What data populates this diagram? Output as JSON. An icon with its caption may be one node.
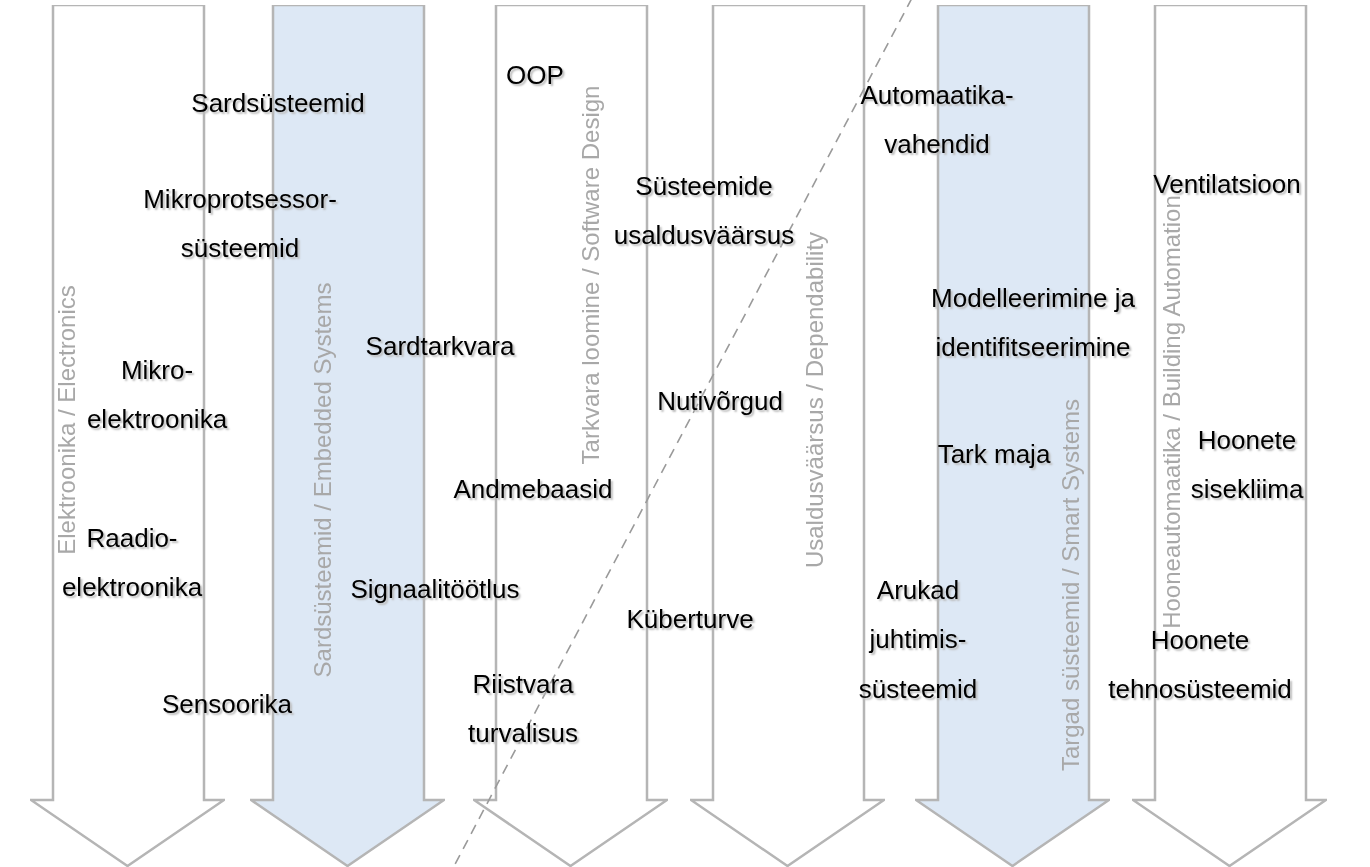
{
  "diagram": {
    "nodes": [
      {
        "text": [
          "Elektroonika / Electronics"
        ]
      },
      {
        "text": [
          "Sardsüsteemid / Embedded Systems"
        ]
      },
      {
        "text": [
          "Tarkvara loomine / Software Design"
        ]
      },
      {
        "text": [
          "Usaldusväärsus / Dependability"
        ]
      },
      {
        "text": [
          "Targad süsteemid / Smart Systems"
        ]
      },
      {
        "text": [
          "Hooneautomaatika / Building Automation"
        ]
      }
    ],
    "edges": [],
    "labels": [
      "Sardsüsteemid",
      "Mikroprotsessor- süsteemid",
      "Mikro- elektroonika",
      "Raadio- elektroonika",
      "Sensoorika",
      "Sardtarkvara",
      "Andmebaasid",
      "Signaalitöötlus",
      "Riistvara turvalisus",
      "OOP",
      "Süsteemide usaldusväärsus",
      "Nutivõrgud",
      "Küberturve",
      "Automaatika- vahendid",
      "Modelleerimine ja identifitseerimine",
      "Tark maja",
      "Arukad juhtimis- süsteemid",
      "Ventilatsioon",
      "Hoonete sisekliima",
      "Hoonete tehnosüsteemid"
    ]
  }
}
